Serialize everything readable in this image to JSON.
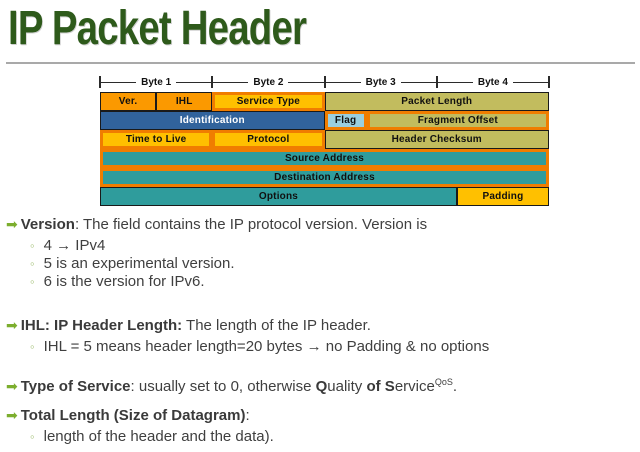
{
  "slide": {
    "title": "IP Packet Header"
  },
  "colors": {
    "orange": "#FB9900",
    "gold": "#FFC000",
    "olive": "#C2BC5E",
    "blue": "#31639C",
    "lightblue": "#9ACFDF",
    "teal": "#2F9C9C",
    "highlight": "#F07D00",
    "grid_line": "#1A1A1A",
    "title_green": "#2E5A1B",
    "arrow_green": "#7CAE2E",
    "body_text": "#3F3F3F"
  },
  "glyphs": {
    "arrow_bullet": "➡",
    "sub_bullet": "◦"
  },
  "diagram": {
    "byte_labels": [
      "Byte 1",
      "Byte 2",
      "Byte 3",
      "Byte 4"
    ],
    "rows": [
      {
        "cells": [
          {
            "label": "Ver.",
            "w": "12.5%",
            "bg": "orange",
            "fg": "dark",
            "hl": false
          },
          {
            "label": "IHL",
            "w": "12.5%",
            "bg": "orange",
            "fg": "dark",
            "hl": false
          },
          {
            "label": "Service Type",
            "w": "25%",
            "bg": "gold",
            "fg": "dark",
            "hl": true
          },
          {
            "label": "Packet Length",
            "w": "50%",
            "bg": "olive",
            "fg": "dark",
            "hl": false
          }
        ]
      },
      {
        "cells": [
          {
            "label": "Identification",
            "w": "50%",
            "bg": "blue",
            "fg": "white",
            "hl": false
          },
          {
            "label": "Flag",
            "w": "9.4%",
            "bg": "lightblue",
            "fg": "dark",
            "hl": true
          },
          {
            "label": "Fragment Offset",
            "w": "40.6%",
            "bg": "olive",
            "fg": "dark",
            "hl": true
          }
        ]
      },
      {
        "cells": [
          {
            "label": "Time to Live",
            "w": "25%",
            "bg": "gold",
            "fg": "dark",
            "hl": true
          },
          {
            "label": "Protocol",
            "w": "25%",
            "bg": "gold",
            "fg": "dark",
            "hl": true
          },
          {
            "label": "Header Checksum",
            "w": "50%",
            "bg": "olive",
            "fg": "dark",
            "hl": false
          }
        ]
      },
      {
        "cells": [
          {
            "label": "Source Address",
            "w": "100%",
            "bg": "teal",
            "fg": "dark",
            "hl": true
          }
        ]
      },
      {
        "cells": [
          {
            "label": "Destination Address",
            "w": "100%",
            "bg": "teal",
            "fg": "dark",
            "hl": true
          }
        ]
      },
      {
        "cells": [
          {
            "label": "Options",
            "w": "79.5%",
            "bg": "teal",
            "fg": "dark",
            "hl": false
          },
          {
            "label": "Padding",
            "w": "20.5%",
            "bg": "gold",
            "fg": "dark",
            "hl": false
          }
        ]
      }
    ]
  },
  "bullets": {
    "version": {
      "bold": "Version",
      "rest": ": The field contains the IP protocol version. Version is",
      "subs": [
        "4 → IPv4",
        "5 is an experimental version.",
        "6 is the version for IPv6."
      ]
    },
    "ihl": {
      "bold": "IHL: IP Header Length:",
      "rest": " The length of the IP header.",
      "subs": [
        "IHL = 5 means header length=20 bytes → no Padding & no options"
      ]
    },
    "tos": {
      "bold": "Type of Service",
      "rest": ": usually set to 0, otherwise ",
      "q": "Q",
      "uality": "uality ",
      "of": "of ",
      "s": "S",
      "ervice": "ervice",
      "sup": "QoS",
      "dot": "."
    },
    "total": {
      "bold": "Total Length (Size of Datagram)",
      "rest": ":",
      "subs": [
        "length of the header and the data)."
      ]
    }
  }
}
